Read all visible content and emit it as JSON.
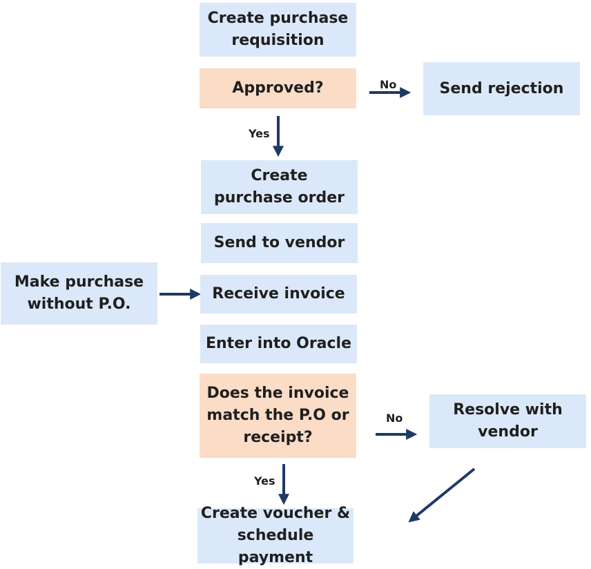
{
  "nodes": {
    "create_requisition": "Create purchase\nrequisition",
    "approved": "Approved?",
    "send_rejection": "Send rejection",
    "create_po": "Create\npurchase order",
    "send_vendor": "Send to vendor",
    "make_purchase": "Make purchase\nwithout P.O.",
    "receive_invoice": "Receive invoice",
    "enter_oracle": "Enter into Oracle",
    "invoice_match": "Does the invoice\nmatch the P.O or\nreceipt?",
    "resolve_vendor": "Resolve with\nvendor",
    "create_voucher": "Create voucher &\nschedule payment"
  },
  "edge_labels": {
    "approved_no": "No",
    "approved_yes": "Yes",
    "match_no": "No",
    "match_yes": "Yes"
  },
  "colors": {
    "process": "#dbe8fa",
    "decision": "#fbdcc6",
    "arrow": "#1e3a64"
  }
}
